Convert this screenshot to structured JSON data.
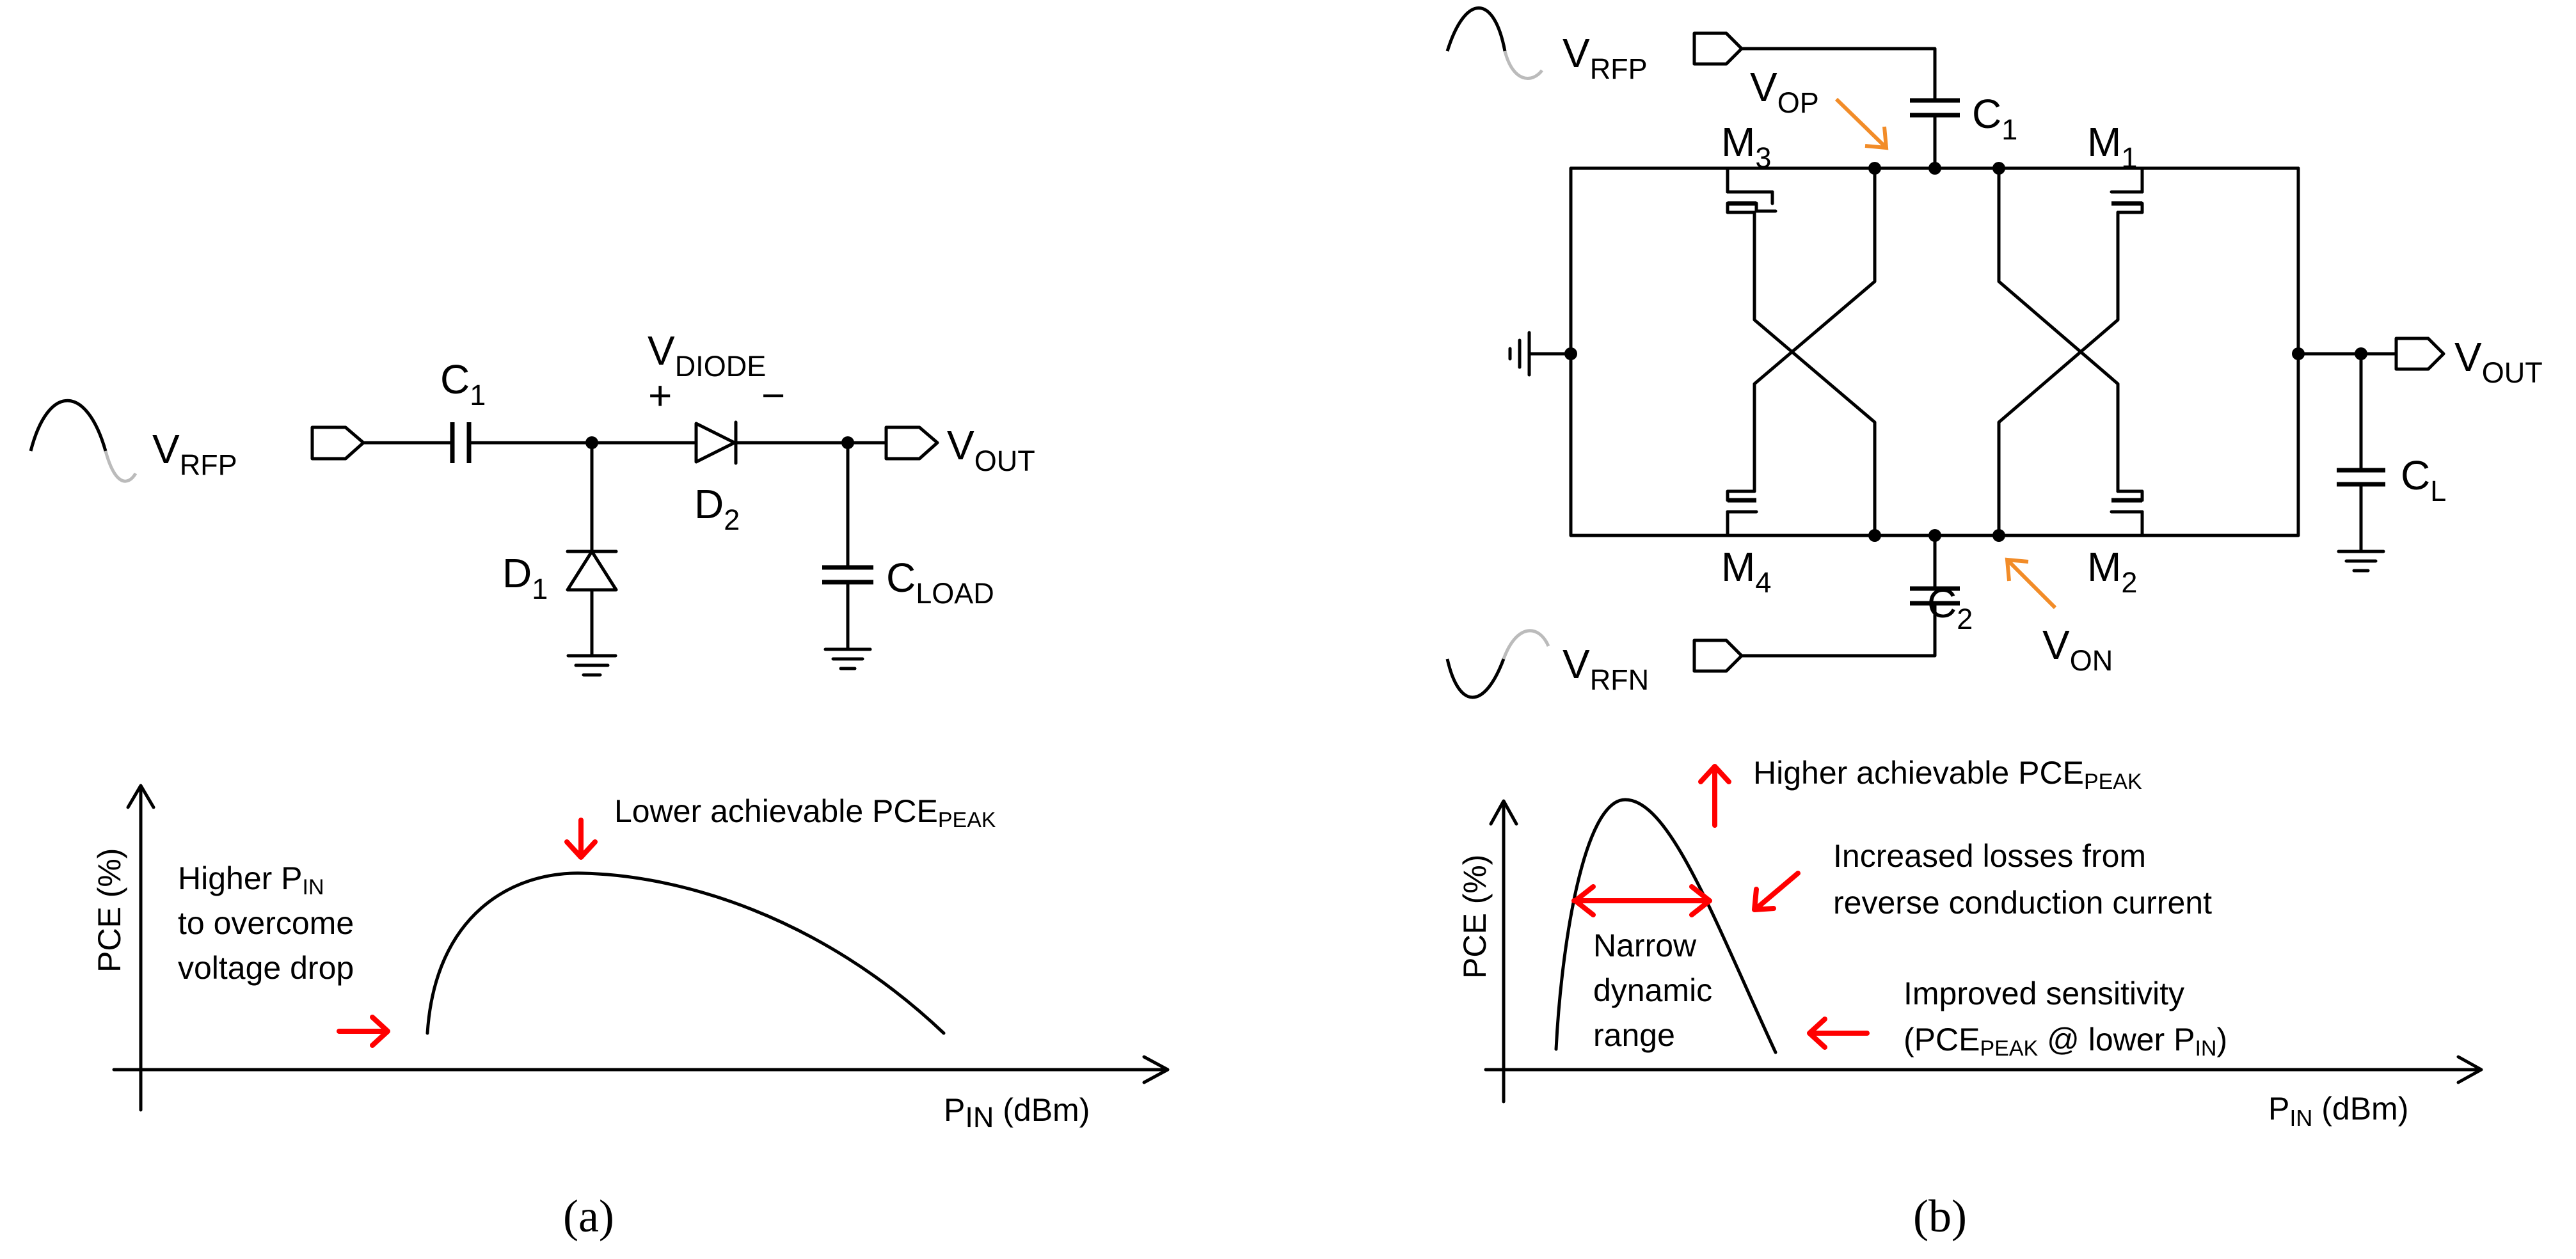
{
  "colors": {
    "wire": "#000000",
    "annotation_arrow": "#ff0000",
    "node_arrow": "#f28c28",
    "sine_fade": "#bbbbbb"
  },
  "panel_a": {
    "source": {
      "name": "V",
      "sub": "RFP"
    },
    "c1": {
      "name": "C",
      "sub": "1"
    },
    "vdiode": {
      "name": "V",
      "sub": "DIODE"
    },
    "plus": "+",
    "minus": "−",
    "d2": {
      "name": "D",
      "sub": "2"
    },
    "d1": {
      "name": "D",
      "sub": "1"
    },
    "vout": {
      "name": "V",
      "sub": "OUT"
    },
    "cload": {
      "name": "C",
      "sub": "LOAD"
    },
    "plot": {
      "ylabel": "PCE (%)",
      "xlabel_pre": "P",
      "xlabel_sub": "IN",
      "xlabel_post": " (dBm)",
      "ann_peak_pre": "Lower achievable PCE",
      "ann_peak_sub": "PEAK",
      "ann_pin_line1_pre": "Higher P",
      "ann_pin_line1_sub": "IN",
      "ann_pin_line2": "to overcome",
      "ann_pin_line3": "voltage drop"
    },
    "caption": "(a)"
  },
  "panel_b": {
    "vrfp": {
      "name": "V",
      "sub": "RFP"
    },
    "vrfn": {
      "name": "V",
      "sub": "RFN"
    },
    "vop": {
      "name": "V",
      "sub": "OP"
    },
    "von": {
      "name": "V",
      "sub": "ON"
    },
    "c1": {
      "name": "C",
      "sub": "1"
    },
    "c2": {
      "name": "C",
      "sub": "2"
    },
    "m1": {
      "name": "M",
      "sub": "1"
    },
    "m2": {
      "name": "M",
      "sub": "2"
    },
    "m3": {
      "name": "M",
      "sub": "3"
    },
    "m4": {
      "name": "M",
      "sub": "4"
    },
    "vout": {
      "name": "V",
      "sub": "OUT"
    },
    "cl": {
      "name": "C",
      "sub": "L"
    },
    "plot": {
      "ylabel": "PCE (%)",
      "xlabel_pre": "P",
      "xlabel_sub": "IN",
      "xlabel_post": " (dBm)",
      "ann_peak_pre": "Higher achievable PCE",
      "ann_peak_sub": "PEAK",
      "ann_loss_line1": "Increased losses from",
      "ann_loss_line2": "reverse conduction current",
      "ann_range_line1": "Narrow",
      "ann_range_line2": "dynamic",
      "ann_range_line3": "range",
      "ann_sens_line1": "Improved sensitivity",
      "ann_sens_line2_a": "(PCE",
      "ann_sens_line2_sub1": "PEAK",
      "ann_sens_line2_b": " @ lower P",
      "ann_sens_line2_sub2": "IN",
      "ann_sens_line2_c": ")"
    },
    "caption": "(b)"
  }
}
